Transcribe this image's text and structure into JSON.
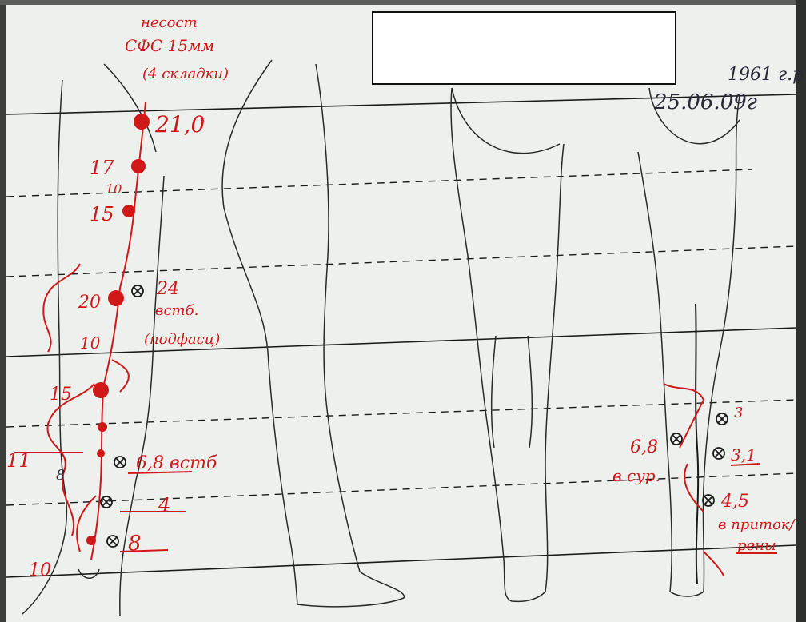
{
  "header": {
    "birth_year": "1961 г.р.",
    "exam_date": "25.06.09г"
  },
  "left_leg_labels": {
    "sfs_note_1": "несост",
    "sfs_note_2": "СФС 15мм",
    "sfs_note_3": "(4 складки)",
    "top_diameter": "21,0",
    "d17": "17",
    "d10a": "10",
    "d15": "15",
    "d20": "20",
    "perforator_24": "24",
    "perforator_24_note_1": "встб.",
    "perforator_24_note_2": "(подфасц)",
    "d10b": "10",
    "d15b": "15",
    "d11": "11",
    "d8": "8",
    "perforator_68": "6,8 встб",
    "perforator_4": "4",
    "perforator_8": "8",
    "d10c": "10"
  },
  "right_leg_labels": {
    "perforator_3": "3",
    "perforator_31": "3,1",
    "perforator_68": "6,8",
    "perforator_68_note": "в сур.",
    "perforator_45": "4,5",
    "perforator_45_note_1": "в приток/",
    "perforator_45_note_2": "рены"
  },
  "colors": {
    "marker_red": "#d01818",
    "outline": "#2a2a2a",
    "paper": "#eef0ee"
  }
}
